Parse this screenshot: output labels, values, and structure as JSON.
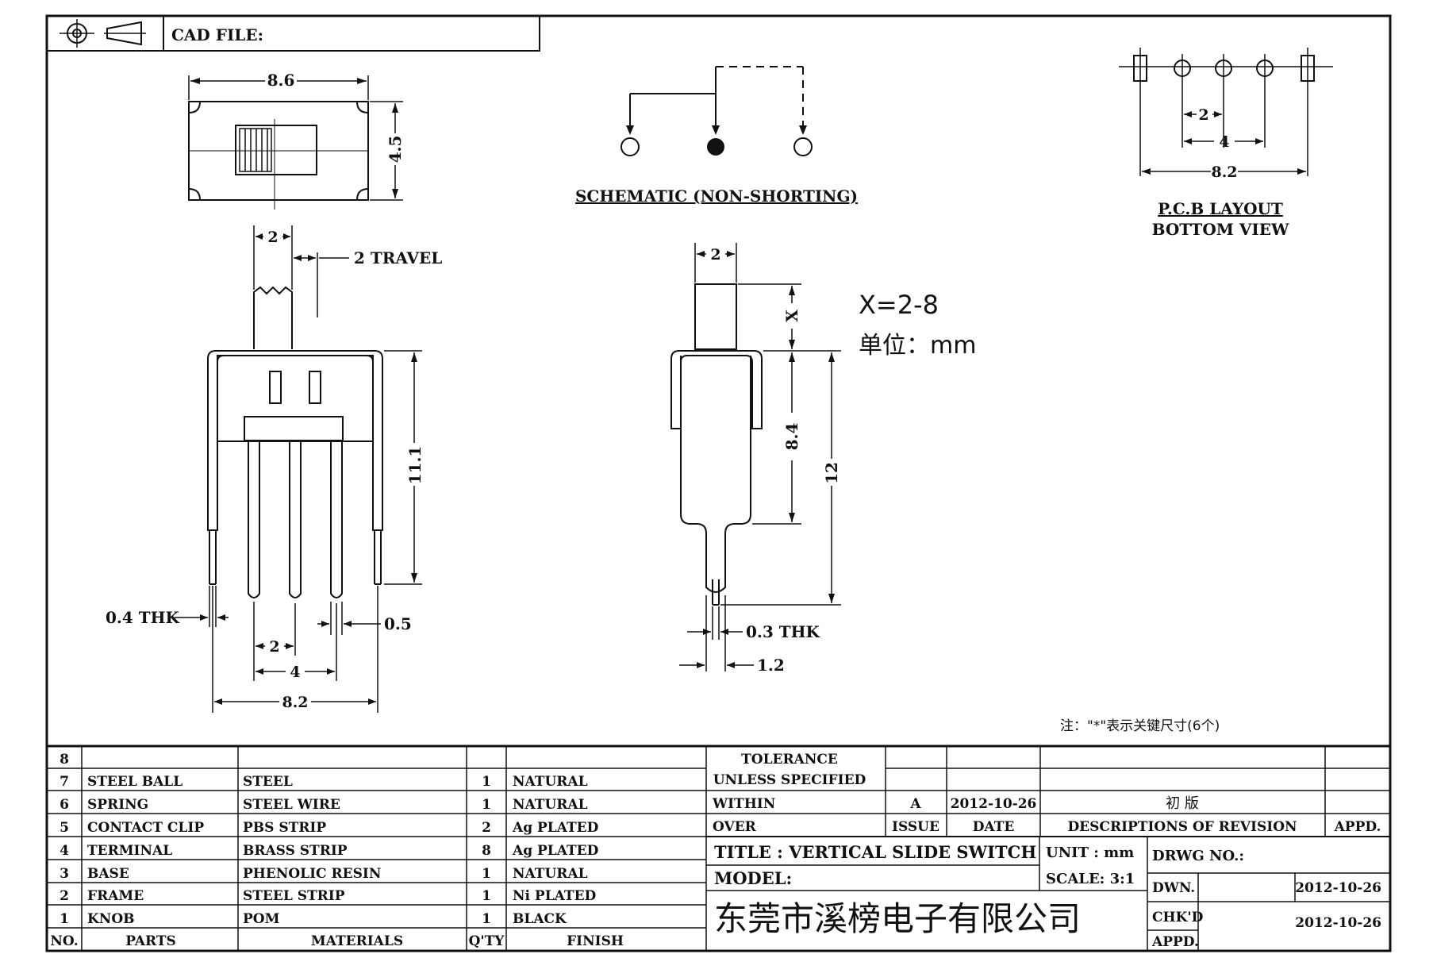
{
  "header": {
    "cad_file_label": "CAD FILE:"
  },
  "top_view": {
    "width": "8.6",
    "height": "4.5"
  },
  "schematic": {
    "title": "SCHEMATIC (NON-SHORTING)"
  },
  "pcb": {
    "title": "P.C.B LAYOUT",
    "subtitle": "BOTTOM VIEW",
    "dim_pitch": "2",
    "dim_4": "4",
    "dim_overall": "8.2"
  },
  "front_view": {
    "dim_knob": "2",
    "travel": "2 TRAVEL",
    "height": "11.1",
    "thk": "0.4 THK",
    "pin_w": "0.5",
    "pitch": "2",
    "span": "4",
    "overall": "8.2"
  },
  "side_view": {
    "dim_knob": "2",
    "x_label": "X",
    "body": "8.4",
    "total": "12",
    "thk": "0.3 THK",
    "pin_offset": "1.2"
  },
  "notes": {
    "x_range": "X=2-8",
    "unit": "单位：mm",
    "star_note": "注：\"*\"表示关键尺寸(6个)"
  },
  "bom": {
    "rows": [
      {
        "no": "8",
        "part": "",
        "material": "",
        "qty": "",
        "finish": ""
      },
      {
        "no": "7",
        "part": "STEEL BALL",
        "material": "STEEL",
        "qty": "1",
        "finish": "NATURAL"
      },
      {
        "no": "6",
        "part": "SPRING",
        "material": "STEEL WIRE",
        "qty": "1",
        "finish": "NATURAL"
      },
      {
        "no": "5",
        "part": "CONTACT CLIP",
        "material": "PBS STRIP",
        "qty": "2",
        "finish": "Ag PLATED"
      },
      {
        "no": "4",
        "part": "TERMINAL",
        "material": "BRASS STRIP",
        "qty": "8",
        "finish": "Ag PLATED"
      },
      {
        "no": "3",
        "part": "BASE",
        "material": "PHENOLIC RESIN",
        "qty": "1",
        "finish": "NATURAL"
      },
      {
        "no": "2",
        "part": "FRAME",
        "material": "STEEL STRIP",
        "qty": "1",
        "finish": "Ni PLATED"
      },
      {
        "no": "1",
        "part": "KNOB",
        "material": "POM",
        "qty": "1",
        "finish": "BLACK"
      }
    ],
    "headers": {
      "no": "NO.",
      "parts": "PARTS",
      "materials": "MATERIALS",
      "qty": "Q'TY",
      "finish": "FINISH"
    }
  },
  "tolerance": {
    "title": "TOLERANCE",
    "unless": "UNLESS  SPECIFIED",
    "within": "WITHIN",
    "over": "OVER"
  },
  "revision": {
    "issue": "A",
    "date": "2012-10-26",
    "desc": "初  版",
    "issue_h": "ISSUE",
    "date_h": "DATE",
    "desc_h": "DESCRIPTIONS OF REVISION",
    "appd_h": "APPD."
  },
  "title_block": {
    "title": "TITLE :  VERTICAL SLIDE SWITCH",
    "model": "MODEL:",
    "unit": "UNIT :  mm",
    "scale": "SCALE:  3:1",
    "drwg_no": "DRWG NO.:",
    "dwn": "DWN.",
    "dwn_date": "2012-10-26",
    "chkd": "CHK'D",
    "chk_date": "2012-10-26",
    "appd": "APPD.",
    "company": "东莞市溪榜电子有限公司"
  }
}
